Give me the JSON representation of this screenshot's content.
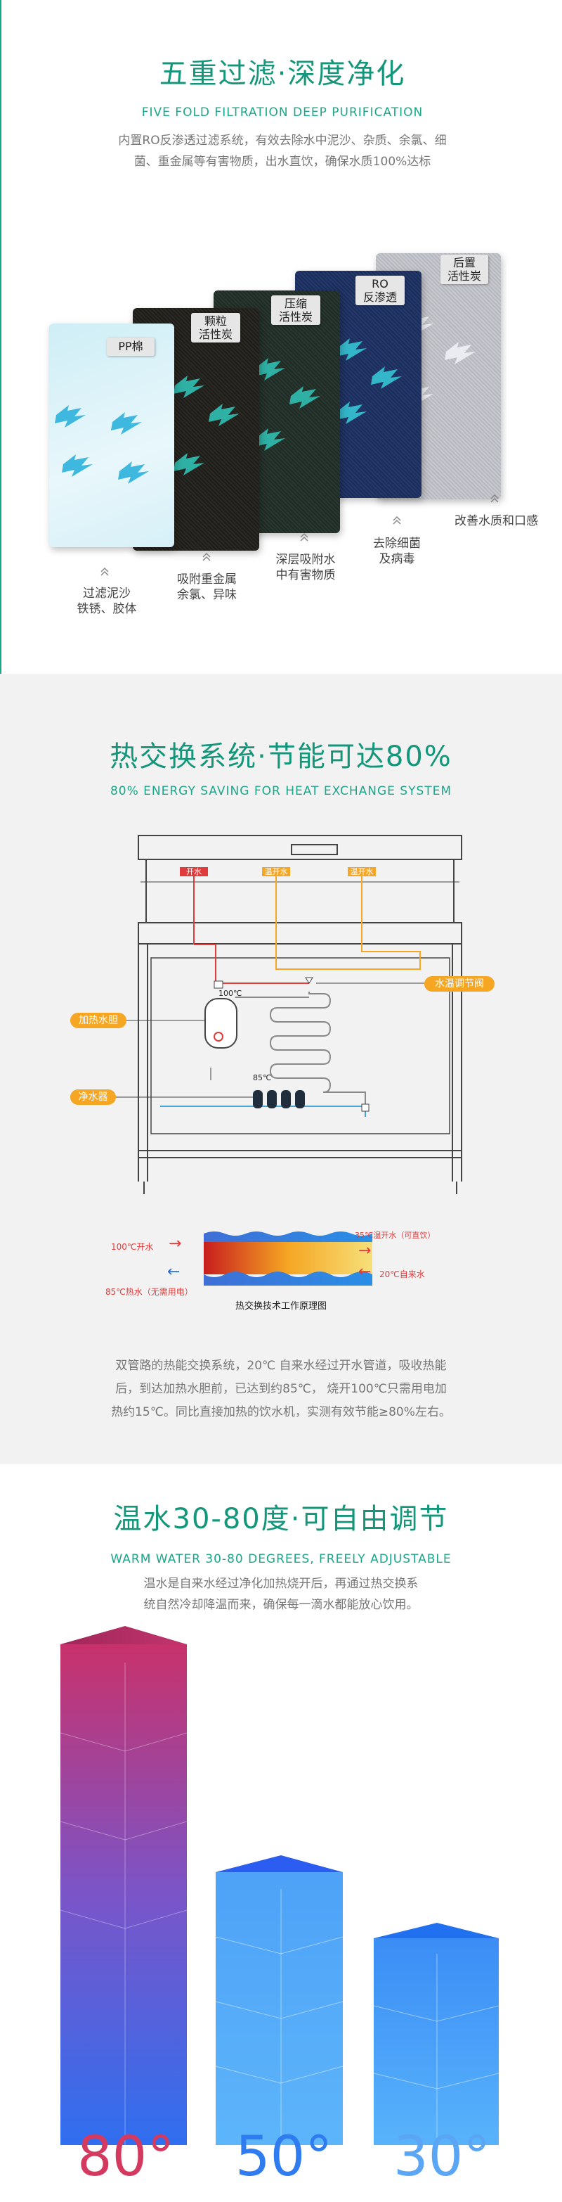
{
  "filtration": {
    "title": "五重过滤·深度净化",
    "subtitle": "FIVE FOLD FILTRATION  DEEP PURIFICATION",
    "desc_line1": "内置RO反渗透过滤系统，有效去除水中泥沙、杂质、余氯、细",
    "desc_line2": "菌、重金属等有害物质，出水直饮，确保水质100%达标",
    "filters": [
      {
        "tag": "PP棉",
        "caption_1": "过滤泥沙",
        "caption_2": "铁锈、胶体"
      },
      {
        "tag_1": "颗粒",
        "tag_2": "活性炭",
        "caption_1": "吸附重金属",
        "caption_2": "余氯、异味"
      },
      {
        "tag_1": "压缩",
        "tag_2": "活性炭",
        "caption_1": "深层吸附水",
        "caption_2": "中有害物质"
      },
      {
        "tag_1": "RO",
        "tag_2": "反渗透",
        "caption_1": "去除细菌",
        "caption_2": "及病毒"
      },
      {
        "tag_1": "后置",
        "tag_2": "活性炭",
        "caption_1": "改善水质和口感"
      }
    ]
  },
  "heat_exchange": {
    "title": "热交换系统·节能可达80%",
    "subtitle": "80% ENERGY SAVING FOR HEAT EXCHANGE SYSTEM",
    "labels": {
      "outlet_boiling": "开水",
      "outlet_warm1": "温开水",
      "outlet_warm2": "温开水",
      "valve": "水温调节阀",
      "heater": "加热水胆",
      "purifier": "净水器",
      "temp_100": "100℃",
      "temp_85": "85℃"
    },
    "diagram": {
      "left_top": "100℃开水",
      "left_bottom": "85℃热水（无需用电）",
      "right_top": "35℃温开水（可直饮）",
      "right_bottom": "20℃自来水",
      "caption": "热交换技术工作原理图"
    },
    "desc_line1": "双管路的热能交换系统，20℃ 自来水经过开水管道，吸收热能",
    "desc_line2": "后，到达加热水胆前，已达到约85℃， 烧开100℃只需用电加",
    "desc_line3": "热约15℃。同比直接加热的饮水机，实测有效节能≥80%左右。"
  },
  "warm_water": {
    "title": "温水30-80度·可自由调节",
    "subtitle": "WARM WATER 30-80 DEGREES, FREELY ADJUSTABLE",
    "desc_line1": "温水是自来水经过净化加热烧开后，再通过热交换系",
    "desc_line2": "统自然冷却降温而来，确保每一滴水都能放心饮用。",
    "temps": [
      "80°",
      "50°",
      "30°"
    ]
  },
  "colors": {
    "green": "#14967a",
    "hot": "#e0315a",
    "blue": "#2f7bf0",
    "light_blue": "#5aa6f5",
    "orange": "#f5a623"
  }
}
